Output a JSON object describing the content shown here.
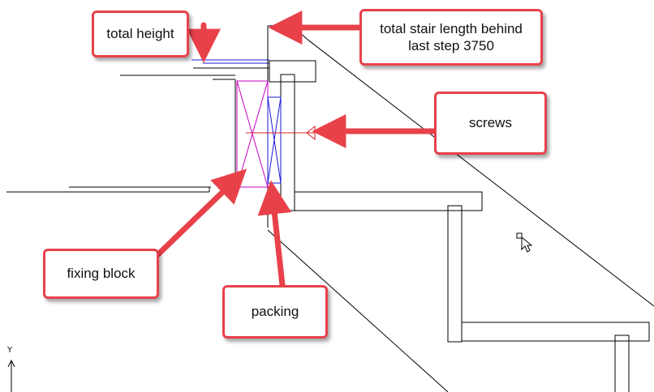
{
  "colors": {
    "callout_border": "#e8414a",
    "arrow": "#e8414a",
    "fixing_block": "#c400c4",
    "packing": "#1a1ad6",
    "screw": "#d62020",
    "total_height_marker": "#1a1ad6"
  },
  "annotations": {
    "total_height": "total height",
    "stair_length_line1": "total stair length behind",
    "stair_length_line2": "last step 3750",
    "screws": "screws",
    "fixing_block": "fixing block",
    "packing": "packing"
  },
  "ucs_icon": {
    "y_axis_label": "Y"
  },
  "icons": {
    "cursor": "cad-crosshair-cursor-icon"
  }
}
